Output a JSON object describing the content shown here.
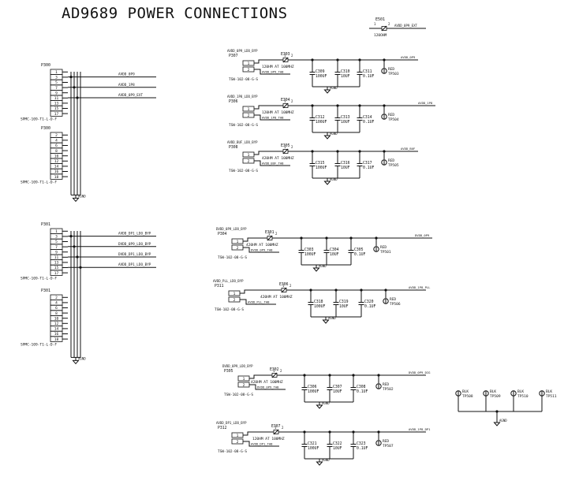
{
  "title": "AD9689 POWER CONNECTIONS",
  "connectors": {
    "top_a": {
      "ref": "P300",
      "part": "SPMC-109-T1-L-D-F",
      "pins": [
        "1",
        "3",
        "5",
        "7",
        "9",
        "11",
        "13",
        "15",
        "17"
      ]
    },
    "top_b": {
      "ref": "P300",
      "part": "SPMC-109-T1-L-D-F",
      "pins": [
        "2",
        "4",
        "6",
        "8",
        "10",
        "12",
        "14",
        "16",
        "18"
      ]
    },
    "bot_a": {
      "ref": "P301",
      "part": "SPMC-109-T1-L-D-F",
      "pins": [
        "1",
        "3",
        "5",
        "7",
        "9",
        "11",
        "13",
        "15",
        "17"
      ]
    },
    "bot_b": {
      "ref": "P301",
      "part": "SPMC-109-T1-L-D-F",
      "pins": [
        "2",
        "4",
        "6",
        "8",
        "10",
        "12",
        "14",
        "16",
        "18"
      ]
    }
  },
  "bus_labels": {
    "top": [
      "AVDD_0P9",
      "AVDD_1P8",
      "AVDD_0P9_EXT"
    ],
    "bottom": [
      "AVDD_DP1_LDO_BYP",
      "DVDD_0P9_LDO_BYP",
      "DVDD_DP1_LDO_BYP",
      "AVDD_DP1_LDO_BYP"
    ]
  },
  "agnd": "AGND",
  "rails": [
    {
      "header": "P307",
      "header_part": "TSW-102-08-G-S",
      "bead": "E303",
      "bead_val": "120HM AT 100MHZ",
      "in_net": "AVDD_0P9_LDO_BYP",
      "gnd_net": "AVDD_0P9_TAB",
      "caps": [
        [
          "C309",
          "100UF"
        ],
        [
          "C310",
          "10UF"
        ],
        [
          "C311",
          "0.1UF"
        ]
      ],
      "out_net": "AVDD_0P9",
      "tp": "TP503",
      "tp_val": "RED"
    },
    {
      "header": "P306",
      "header_part": "TSW-102-08-G-S",
      "bead": "E304",
      "bead_val": "120HM AT 100MHZ",
      "in_net": "AVDD_1P8_LDO_BYP",
      "gnd_net": "AVDD_1P8_TAB",
      "caps": [
        [
          "C312",
          "100UF"
        ],
        [
          "C313",
          "10UF"
        ],
        [
          "C314",
          "0.1UF"
        ]
      ],
      "out_net": "AVDD_1P8",
      "tp": "TP504",
      "tp_val": "RED"
    },
    {
      "header": "P308",
      "header_part": "TSW-102-08-G-S",
      "bead": "E305",
      "bead_val": "420HM AT 100MHZ",
      "in_net": "AVDD_BUF_LDO_BYP",
      "gnd_net": "AVDD_BUF_TAB",
      "caps": [
        [
          "C315",
          "100UF"
        ],
        [
          "C316",
          "10UF"
        ],
        [
          "C317",
          "0.1UF"
        ]
      ],
      "out_net": "AVDD_BUF",
      "tp": "TP505",
      "tp_val": "RED"
    },
    {
      "header": "P304",
      "header_part": "TSW-102-08-G-S",
      "bead": "E301",
      "bead_val": "420HM AT 100MHZ",
      "in_net": "DVDD_0P9_LDO_BYP",
      "gnd_net": "DVDD_0P9_TAB",
      "caps": [
        [
          "C303",
          "100UF"
        ],
        [
          "C304",
          "10UF"
        ],
        [
          "C305",
          "0.1UF"
        ]
      ],
      "out_net": "DVDD_0P9",
      "tp": "TP501",
      "tp_val": "RED"
    },
    {
      "header": "P311",
      "header_part": "TSW-102-08-G-S",
      "bead": "E306",
      "bead_val": "420HM AT 100MHZ",
      "in_net": "AVDD_PLL_LDO_BYP",
      "gnd_net": "AVDD_PLL_TAB",
      "caps": [
        [
          "C318",
          "100UF"
        ],
        [
          "C319",
          "10UF"
        ],
        [
          "C320",
          "0.1UF"
        ]
      ],
      "out_net": "AVDD_1P8_PLL",
      "tp": "TP506",
      "tp_val": "RED"
    },
    {
      "header": "P305",
      "header_part": "TSW-102-08-G-S",
      "bead": "E302",
      "bead_val": "420HM AT 100MHZ",
      "in_net": "DVDD_0P9_LDO_BYP",
      "gnd_net": "DVDD_0P9_TAB",
      "caps": [
        [
          "C306",
          "100UF"
        ],
        [
          "C307",
          "10UF"
        ],
        [
          "C308",
          "0.1UF"
        ]
      ],
      "out_net": "DVDD_0P9_DIG",
      "tp": "TP502",
      "tp_val": "RED"
    },
    {
      "header": "P312",
      "header_part": "TSW-102-08-G-S",
      "bead": "E307",
      "bead_val": "120HM AT 100MHZ",
      "in_net": "AVDD_DP1_LDO_BYP",
      "gnd_net": "AVDD_DP1_TAB",
      "caps": [
        [
          "C321",
          "100UF"
        ],
        [
          "C322",
          "10UF"
        ],
        [
          "C323",
          "0.1UF"
        ]
      ],
      "out_net": "AVDD_1P8_DP1",
      "tp": "TP507",
      "tp_val": "RED"
    }
  ],
  "e501": {
    "ref": "E501",
    "val": "120OHM",
    "net": "AVDD_0P9_EXT"
  },
  "black_tps": [
    [
      "TP508",
      "BLK"
    ],
    [
      "TP509",
      "BLK"
    ],
    [
      "TP510",
      "BLK"
    ],
    [
      "TP511",
      "BLK"
    ]
  ],
  "pin_labels": [
    "1",
    "2"
  ]
}
